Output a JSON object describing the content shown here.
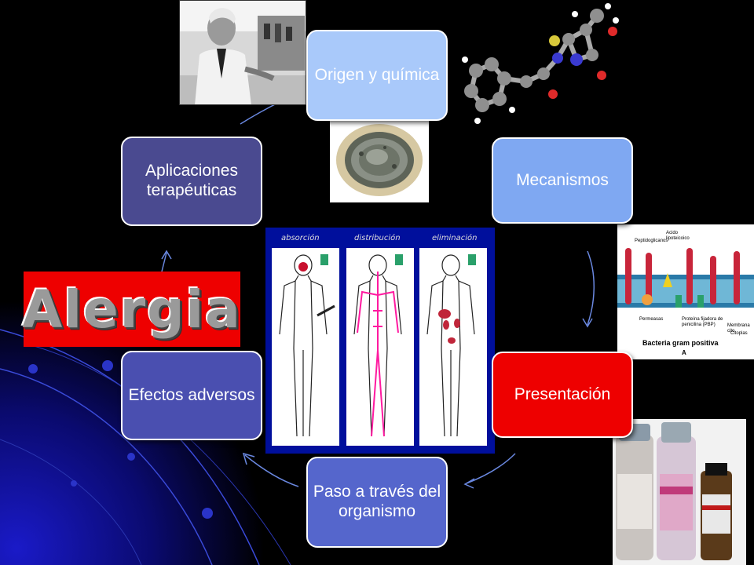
{
  "nodes": {
    "origen": "Origen y química",
    "mecanismos": "Mecanismos",
    "presentacion": "Presentación",
    "paso": "Paso a través del organismo",
    "efectos": "Efectos adversos",
    "aplicaciones": "Aplicaciones terapéuticas"
  },
  "highlight": "Alergia",
  "body_diagram": {
    "labels": [
      "absorción",
      "distribución",
      "eliminación"
    ]
  },
  "membrane_figure": {
    "title": "Bacteria gram positiva",
    "panel_letter": "A",
    "labels": [
      "Peptidoglicanos",
      "Acido lipoteicoico",
      "Permeasas",
      "Proteína fijadora de penicilina (PBP)",
      "Membrana cito",
      "Citoplas"
    ]
  },
  "colors": {
    "background": "#000000",
    "origen": "#a9c9fa",
    "mecanismos": "#7fa8f2",
    "presentacion": "#ee0000",
    "paso": "#5566cc",
    "efectos": "#4a4fb0",
    "aplicaciones": "#4a4a90",
    "alergia_box": "#ee0000",
    "body_diagram_bg": "#000f9c"
  }
}
